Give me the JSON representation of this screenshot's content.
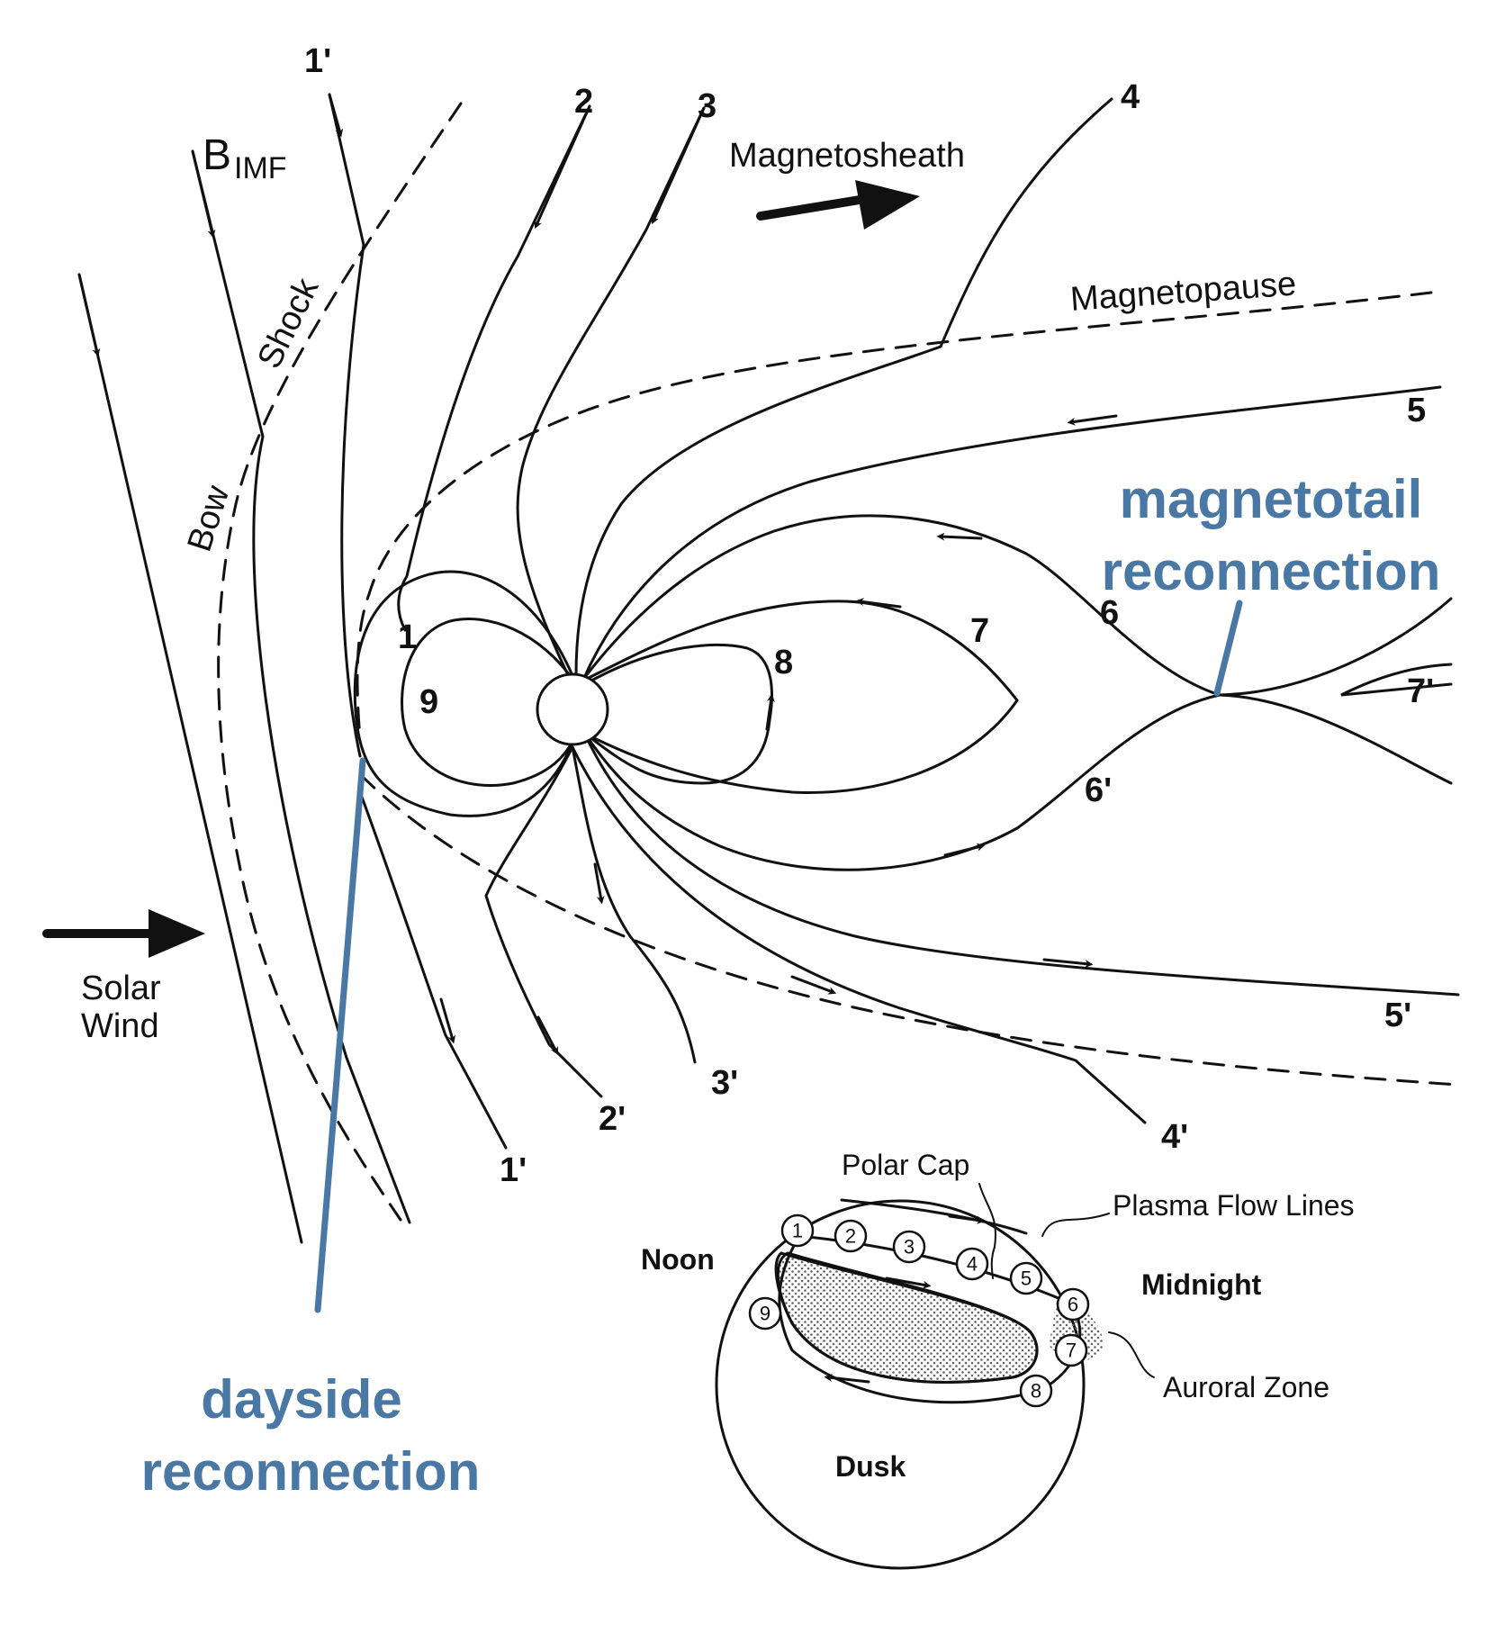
{
  "field_line_labels": {
    "n1": "1",
    "n1p_top": "1'",
    "n1p_bottom": "1'",
    "n2": "2",
    "n2p": "2'",
    "n3": "3",
    "n3p": "3'",
    "n4": "4",
    "n4p": "4'",
    "n5": "5",
    "n5p": "5'",
    "n6": "6",
    "n6p": "6'",
    "n7": "7",
    "n7p": "7'",
    "n8": "8",
    "n9": "9"
  },
  "regions": {
    "bimf_main": "B",
    "bimf_sub": "IMF",
    "magnetosheath": "Magnetosheath",
    "magnetopause": "Magnetopause",
    "bow_shock_bow": "Bow",
    "bow_shock_shock": "Shock",
    "solar_wind_line1": "Solar",
    "solar_wind_line2": "Wind"
  },
  "annotations": {
    "magnetotail_line1": "magnetotail",
    "magnetotail_line2": "reconnection",
    "dayside_line1": "dayside",
    "dayside_line2": "reconnection",
    "accent_color": "#4a78a4"
  },
  "inset": {
    "polar_cap": "Polar Cap",
    "plasma_flow_lines": "Plasma Flow Lines",
    "noon": "Noon",
    "midnight": "Midnight",
    "auroral_zone": "Auroral Zone",
    "dusk": "Dusk",
    "markers": [
      "1",
      "2",
      "3",
      "4",
      "5",
      "6",
      "7",
      "8",
      "9"
    ]
  }
}
